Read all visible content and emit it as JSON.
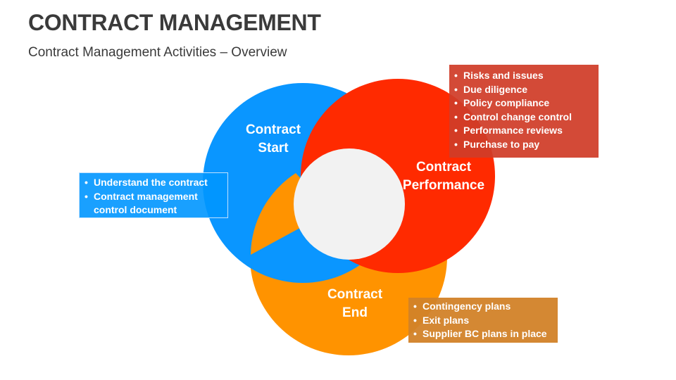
{
  "header": {
    "title": "CONTRACT MANAGEMENT",
    "subtitle": "Contract Management Activities – Overview"
  },
  "colors": {
    "start": "#0A96FF",
    "performance": "#FF2A00",
    "end": "#FF9300",
    "center": "#F2F2F2"
  },
  "rings": {
    "start": {
      "line1": "Contract",
      "line2": "Start"
    },
    "performance": {
      "line1": "Contract",
      "line2": "Performance"
    },
    "end": {
      "line1": "Contract",
      "line2": "End"
    }
  },
  "boxes": {
    "start": {
      "items": [
        "Understand the contract",
        "Contract management control document"
      ]
    },
    "performance": {
      "items": [
        "Risks and issues",
        "Due diligence",
        "Policy compliance",
        "Control change control",
        "Performance reviews",
        "Purchase to pay"
      ]
    },
    "end": {
      "items": [
        "Contingency plans",
        "Exit plans",
        "Supplier BC plans in place"
      ]
    }
  }
}
